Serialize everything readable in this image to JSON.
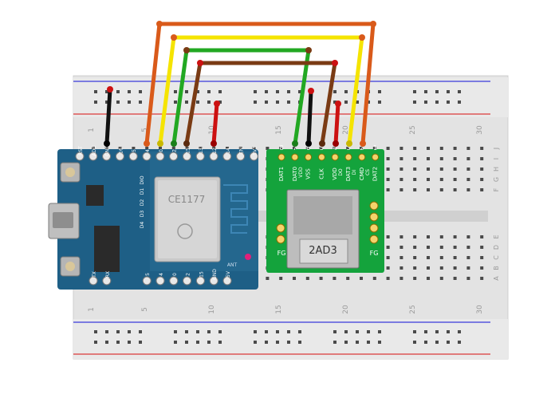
{
  "breadboard": {
    "column_numbers": [
      "1",
      "5",
      "10",
      "15",
      "20",
      "25",
      "30"
    ],
    "row_letters_top": [
      "J",
      "I",
      "H",
      "G",
      "F"
    ],
    "row_letters_bottom": [
      "E",
      "D",
      "C",
      "B",
      "A"
    ]
  },
  "esp_board": {
    "top_pins": [
      "RST",
      "ADC",
      "GND",
      "16",
      "5",
      "4",
      "0",
      "2",
      "15",
      "13",
      "12",
      "14",
      "EN",
      "3V3"
    ],
    "bottom_pins": [
      "TX",
      "RX",
      "5",
      "4",
      "0",
      "2",
      "15",
      "GND",
      "5V"
    ],
    "chip_mark": "CE1177",
    "side_labels": [
      "DIO",
      "D1",
      "D2",
      "D3",
      "D4"
    ],
    "ant_label": "ANT"
  },
  "sd_board": {
    "pin_numbers": [
      "8",
      "7",
      "6",
      "5",
      "4",
      "3",
      "2",
      "1"
    ],
    "pin_labels": [
      "DAT1",
      "DAT0",
      "VSS",
      "CLK",
      "VDD",
      "DAT3",
      "CMD",
      "DAT2"
    ],
    "sub_labels": [
      "VDD",
      "DO",
      "DI",
      "CS"
    ],
    "fg_label": "FG",
    "slot_text": "2AD3"
  },
  "colors": {
    "wire_orange": "#d95a1a",
    "wire_yellow": "#f5e400",
    "wire_green": "#22a822",
    "wire_brown": "#7a3b14",
    "wire_black": "#111111",
    "wire_red": "#cc1111",
    "esp_pcb": "#1e5f86",
    "sd_pcb": "#14a33c"
  }
}
